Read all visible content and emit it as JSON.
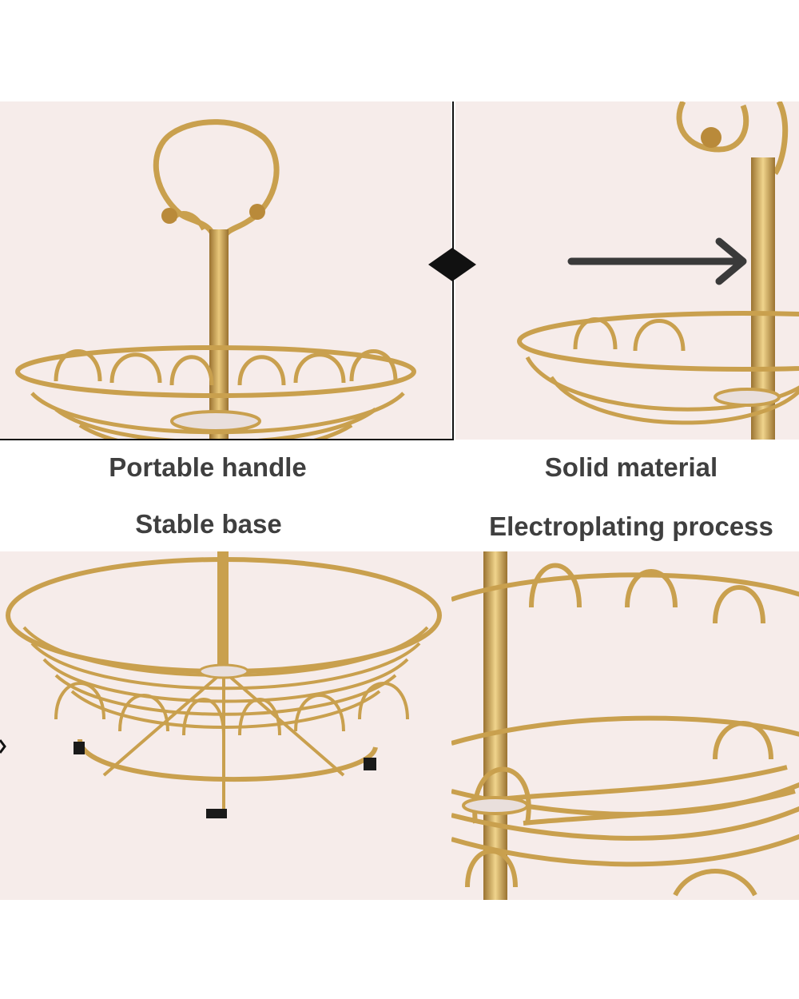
{
  "captions": {
    "handle": "Portable handle",
    "solid": "Solid material",
    "base": "Stable base",
    "plate": "Electroplating process"
  },
  "colors": {
    "background": "#ffffff",
    "panel_background": "#f6ecea",
    "gold": "#c9a04e",
    "gold_dark": "#9a7230",
    "caption_text": "#3f3f3f",
    "arrow": "#3a3a3a"
  },
  "icons": {
    "arrow": "right-arrow-icon",
    "marker": "diamond-icon"
  }
}
